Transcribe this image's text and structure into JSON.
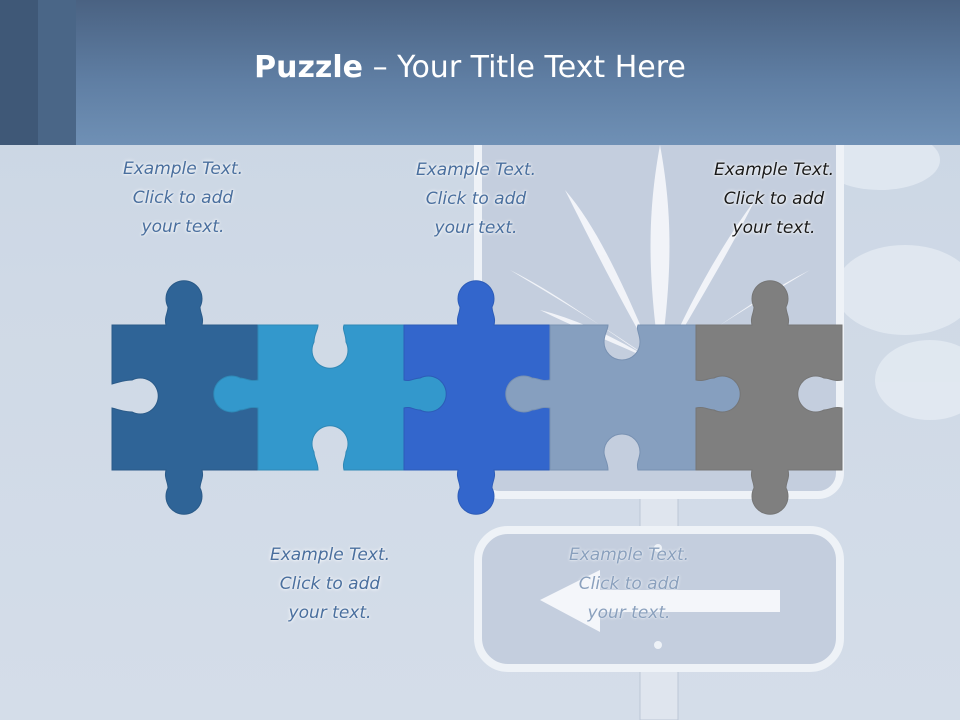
{
  "slide": {
    "title_bold": "Puzzle",
    "title_rest": " – Your Title Text Here"
  },
  "captions": [
    {
      "line1": "Example Text.",
      "line2": "Click  to add",
      "line3": "your text."
    },
    {
      "line1": "Example Text.",
      "line2": "Click  to add",
      "line3": "your text."
    },
    {
      "line1": "Example Text.",
      "line2": "Click  to add",
      "line3": "your text."
    },
    {
      "line1": "Example Text.",
      "line2": "Click  to add",
      "line3": "your text."
    },
    {
      "line1": "Example Text.",
      "line2": "Click  to add",
      "line3": "your text."
    }
  ],
  "colors": {
    "header": "#5f7ea3",
    "piece1": "#2f6497",
    "piece2": "#3398cc",
    "piece3": "#3366cc",
    "piece4": "#869fbf",
    "piece5": "#7f7f7f"
  }
}
